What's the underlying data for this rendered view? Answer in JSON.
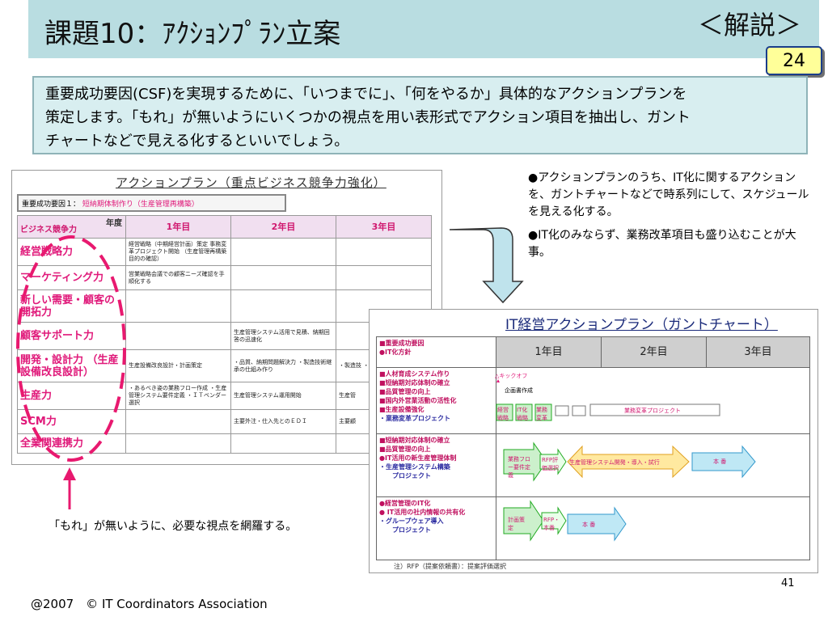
{
  "header": {
    "title": "課題10：ｱｸｼｮﾝﾌﾟﾗﾝ立案",
    "subtitle": "＜解説＞",
    "page_badge": "24"
  },
  "description": {
    "line1": "重要成功要因(CSF)を実現するために、「いつまでに」、「何をやるか」具体的なアクションプランを",
    "line2": "策定します。「もれ」が無いようにいくつかの視点を用い表形式でアクション項目を抽出し、ガント",
    "line3": "チャートなどで見える化するといいでしょう。"
  },
  "action_plan": {
    "title": "アクションプラン（重点ビジネス競争力強化）",
    "csf_prefix": "重要成功要因１：",
    "csf_value": "短納期体制作り（生産管理再構築）",
    "corner_year": "年度",
    "corner_business": "ビジネス競争力",
    "years": [
      "1年目",
      "2年目",
      "3年目"
    ],
    "rows": [
      {
        "label": "経営戦略力",
        "c1": "経営戦略（中期経営計画）策定 事務変革プロジェクト開始 （生産管理再構築目的の確認）",
        "c2": "",
        "c3": ""
      },
      {
        "label": "マーケティング力",
        "c1": "営業戦略会議での顧客ニーズ確認を手順化する",
        "c2": "",
        "c3": ""
      },
      {
        "label": "新しい需要・顧客の　　開拓力",
        "c1": "",
        "c2": "",
        "c3": ""
      },
      {
        "label": "顧客サポート力",
        "c1": "",
        "c2": "生産管理システム活用で見積、納期回答の迅速化",
        "c3": ""
      },
      {
        "label": "開発・設計力 （生産設備改良設計）",
        "c1": "生産設備改良設計・計画策定",
        "c2": "・品質、納期問題解決力 ・製造技術継承の仕組み作り",
        "c3": "・製造技 ・新規案"
      },
      {
        "label": "生産力",
        "c1": "・あるべき姿の業務フロー作成 ・生産管理システム要件定義 ・ＩＴベンダー選択",
        "c2": "生産管理システム運用開始",
        "c3": "生産管"
      },
      {
        "label": "SCM力",
        "c1": "",
        "c2": "主要外注・仕入先とのＥＤＩ",
        "c3": "主要顧"
      },
      {
        "label": "全業関連携力",
        "c1": "",
        "c2": "",
        "c3": ""
      }
    ]
  },
  "gantt": {
    "title": "IT経営アクションプラン（ガントチャート）",
    "head_label1": "■重要成功要因",
    "head_label2": "●IT化方針",
    "years": [
      "1年目",
      "2年目",
      "3年目"
    ],
    "row1": [
      "■人材育成システム作り",
      "■短納期対応体制の確立",
      "■品質管理の向上",
      "■国内外営業活動の活性化",
      "■生産設備強化",
      "・業務変革プロジェクト"
    ],
    "row2": [
      "■短納期対応体制の確立",
      "■品質管理の向上",
      "●IT活用の新生産管理体制",
      "",
      "・生産管理システム構築",
      "　　プロジェクト"
    ],
    "row3": [
      "●経営管理のIT化",
      "● IT活用の社内情報の共有化",
      "",
      "・グループウェア導入",
      "　　プロジェクト"
    ],
    "bars": {
      "kickoff": "△キックオフ",
      "plan": "企画書作成",
      "b1": "経営戦略",
      "b2": "IT化戦略",
      "b3": "業務変革",
      "project": "業務変革プロジェクト",
      "flow": "業務フロー要件定義",
      "rfp": "RFP評価選択",
      "sys": "生産管理システム開発・導入・試行",
      "prod": "本 番",
      "r3a": "計画策定",
      "r3b": "RFP・本番",
      "r3prod": "本 番"
    },
    "note": "注）RFP（提案依頼書）：提案評価選択"
  },
  "bullets": [
    "●アクションプランのうち、IT化に関するアクションを、ガントチャートなどで時系列にして、スケジュールを見える化する。",
    "●IT化のみならず、業務改革項目も盛り込むことが大事。"
  ],
  "mole_note": "「もれ」が無いように、必要な視点を網羅する。",
  "footer": {
    "copyright": "@2007　© IT Coordinators Association",
    "page_number": "41"
  },
  "colors": {
    "title_bg": "#b9dde1",
    "desc_bg": "#d8eef0",
    "badge_bg": "#ffff99",
    "accent_pink": "#e0197a"
  }
}
